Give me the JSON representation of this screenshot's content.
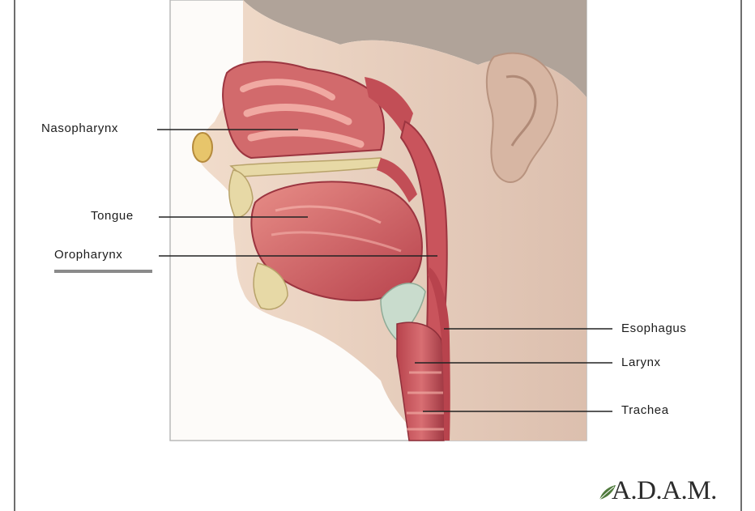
{
  "labels": {
    "nasopharynx": "Nasopharynx",
    "tongue": "Tongue",
    "oropharynx": "Oropharynx",
    "esophagus": "Esophagus",
    "larynx": "Larynx",
    "trachea": "Trachea"
  },
  "logo": {
    "text": "A.D.A.M."
  },
  "colors": {
    "skin": "#e8d2c0",
    "skin_shadow": "#c9a995",
    "hair": "#a99a90",
    "tissue": "#c9545c",
    "tissue_dark": "#9c3540",
    "tissue_light": "#e48a84",
    "bone": "#e7d9a6",
    "cartilage": "#c9dccd",
    "leader_line": "#222222",
    "frame": "#6e6e6e",
    "logo_leaf": "#4f7a3c"
  }
}
